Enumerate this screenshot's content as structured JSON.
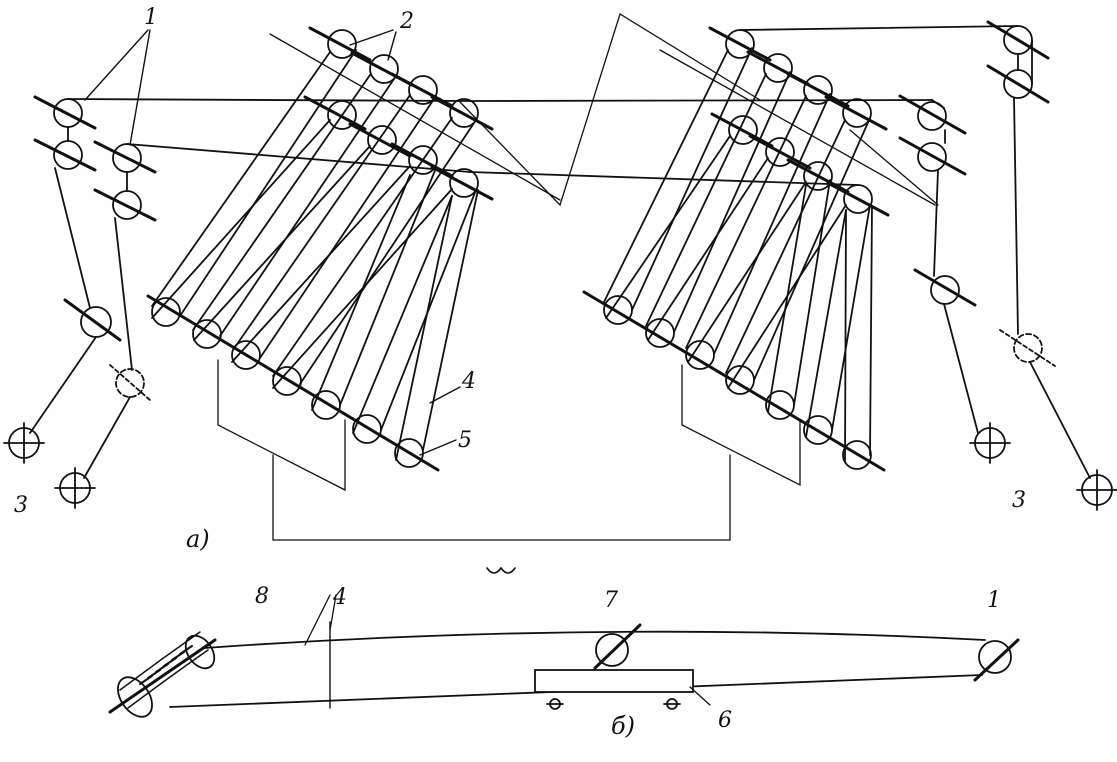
{
  "labels": {
    "n1_left": "1",
    "n2": "2",
    "n3_left": "3",
    "n3_right": "3",
    "n4_top": "4",
    "n5": "5",
    "n4_bottom": "4",
    "n6": "6",
    "n7": "7",
    "n8": "8",
    "n1_bottom": "1"
  },
  "subfigures": {
    "a": "а)",
    "b": "б)"
  },
  "colors": {
    "ink": "#111111",
    "paper": "#fefefe"
  }
}
